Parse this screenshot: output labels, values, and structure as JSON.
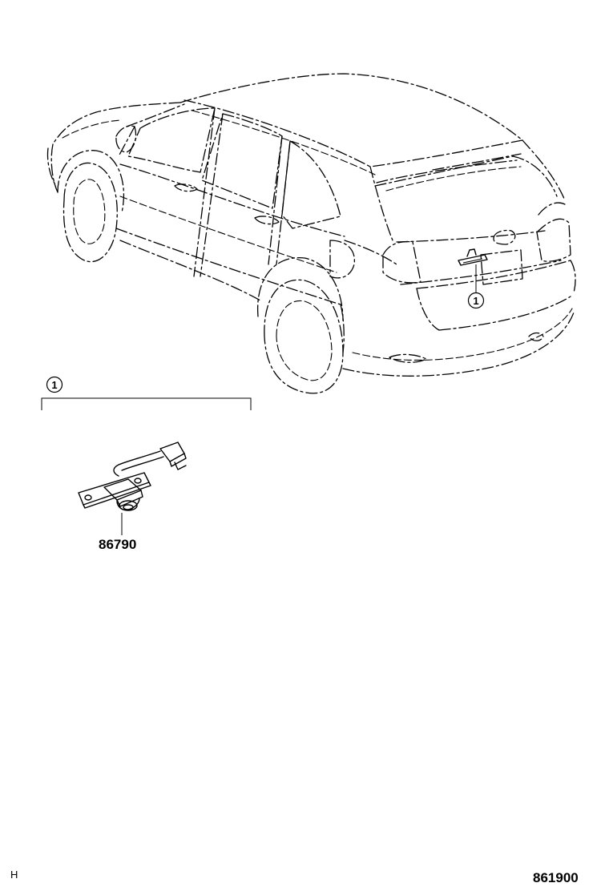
{
  "diagram": {
    "callout_number": "1",
    "part_number": "86790",
    "corner_left": "H",
    "figure_number": "861900"
  }
}
